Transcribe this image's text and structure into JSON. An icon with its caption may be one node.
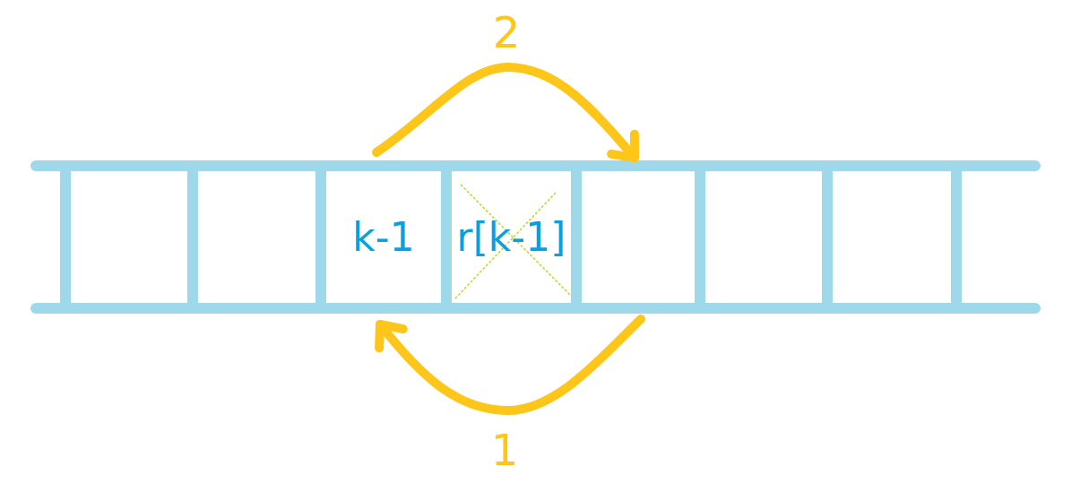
{
  "diagram": {
    "nodes": [
      {
        "text": [],
        "shape": "box"
      },
      {
        "text": [],
        "shape": "box"
      },
      {
        "text": [
          "k-1"
        ]
      },
      {
        "text": [
          "r[k-1]"
        ]
      },
      {
        "text": [],
        "shape": "box"
      },
      {
        "text": [],
        "shape": "box"
      },
      {
        "text": [],
        "shape": "box"
      }
    ],
    "edges": [
      {
        "from": 2,
        "to": 4,
        "arrow": "to",
        "label": "2"
      },
      {
        "from": 4,
        "to": 2,
        "arrow": "to",
        "label": "1"
      }
    ]
  }
}
